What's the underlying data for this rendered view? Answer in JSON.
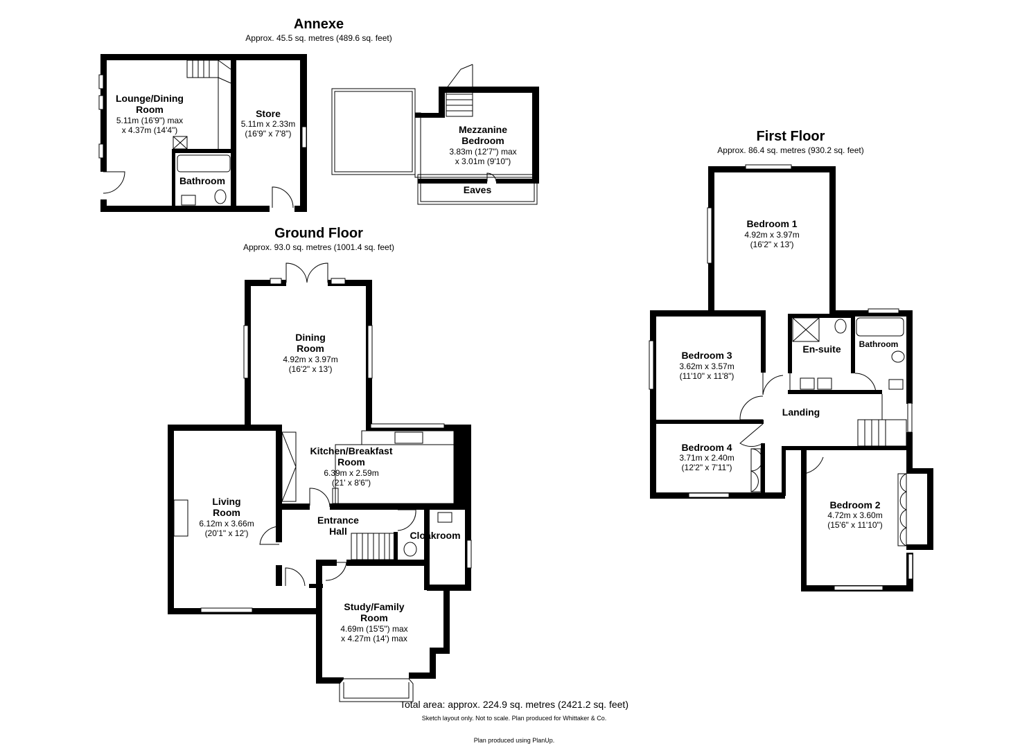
{
  "annexe": {
    "title": "Annexe",
    "area": "Approx. 45.5 sq. metres (489.6 sq. feet)",
    "rooms": {
      "lounge": {
        "name1": "Lounge/Dining",
        "name2": "Room",
        "dim1": "5.11m (16'9\") max",
        "dim2": "x 4.37m (14'4\")"
      },
      "store": {
        "name": "Store",
        "dim1": "5.11m x 2.33m",
        "dim2": "(16'9\" x 7'8\")"
      },
      "bathroom": {
        "name": "Bathroom"
      },
      "mezzanine": {
        "name1": "Mezzanine",
        "name2": "Bedroom",
        "dim1": "3.83m (12'7\") max",
        "dim2": "x 3.01m (9'10\")"
      },
      "eaves": {
        "name": "Eaves"
      }
    }
  },
  "ground_floor": {
    "title": "Ground Floor",
    "area": "Approx. 93.0 sq. metres (1001.4 sq. feet)",
    "rooms": {
      "dining": {
        "name1": "Dining",
        "name2": "Room",
        "dim1": "4.92m x 3.97m",
        "dim2": "(16'2\" x 13')"
      },
      "kitchen": {
        "name1": "Kitchen/Breakfast",
        "name2": "Room",
        "dim1": "6.39m x 2.59m",
        "dim2": "(21' x 8'6\")"
      },
      "living": {
        "name1": "Living",
        "name2": "Room",
        "dim1": "6.12m x 3.66m",
        "dim2": "(20'1\" x 12')"
      },
      "entrance": {
        "name1": "Entrance",
        "name2": "Hall"
      },
      "cloakroom": {
        "name": "Cloakroom"
      },
      "study": {
        "name1": "Study/Family",
        "name2": "Room",
        "dim1": "4.69m (15'5\") max",
        "dim2": "x 4.27m (14') max"
      }
    }
  },
  "first_floor": {
    "title": "First Floor",
    "area": "Approx. 86.4 sq. metres (930.2 sq. feet)",
    "rooms": {
      "bedroom1": {
        "name": "Bedroom 1",
        "dim1": "4.92m x 3.97m",
        "dim2": "(16'2\" x 13')"
      },
      "bedroom3": {
        "name": "Bedroom 3",
        "dim1": "3.62m x 3.57m",
        "dim2": "(11'10\" x 11'8\")"
      },
      "ensuite": {
        "name": "En-suite"
      },
      "bathroom": {
        "name": "Bathroom"
      },
      "landing": {
        "name": "Landing"
      },
      "bedroom4": {
        "name": "Bedroom 4",
        "dim1": "3.71m x 2.40m",
        "dim2": "(12'2\" x 7'11\")"
      },
      "bedroom2": {
        "name": "Bedroom 2",
        "dim1": "4.72m x 3.60m",
        "dim2": "(15'6\" x 11'10\")"
      }
    }
  },
  "footer": {
    "total": "Total area: approx. 224.9 sq. metres (2421.2 sq. feet)",
    "note": "Sketch layout only. Not to scale. Plan produced for Whittaker & Co.",
    "credit": "Plan produced using PlanUp."
  }
}
